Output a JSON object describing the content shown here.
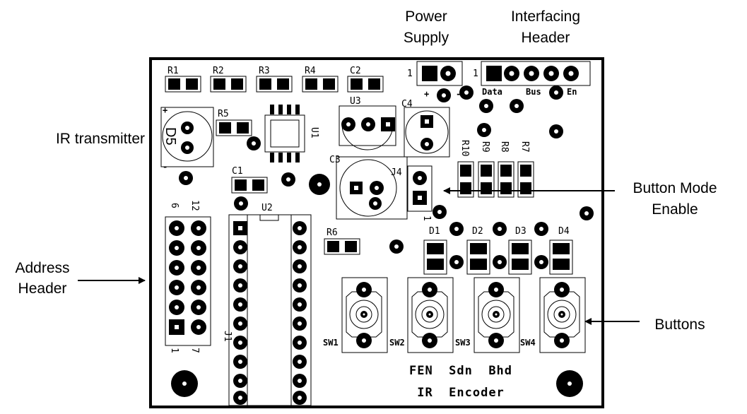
{
  "callouts": {
    "power_supply": [
      "Power",
      "Supply"
    ],
    "interfacing_header": [
      "Interfacing",
      "Header"
    ],
    "ir_transmitter": "IR transmitter",
    "button_mode_enable": [
      "Button Mode",
      "Enable"
    ],
    "address_header": [
      "Address",
      "Header"
    ],
    "buttons": "Buttons"
  },
  "silkscreen": {
    "r1": "R1",
    "r2": "R2",
    "r3": "R3",
    "r4": "R4",
    "r5": "R5",
    "r6": "R6",
    "r7": "R7",
    "r8": "R8",
    "r9": "R9",
    "r10": "R10",
    "c1": "C1",
    "c2": "C2",
    "c3": "C3",
    "c4": "C4",
    "u1": "U1",
    "u2": "U2",
    "u3": "U3",
    "d1": "D1",
    "d2": "D2",
    "d3": "D3",
    "d4": "D4",
    "d5": "D5",
    "j1": "J1",
    "j4": "J4",
    "sw1": "SW1",
    "sw2": "SW2",
    "sw3": "SW3",
    "sw4": "SW4",
    "pin1_power": "1",
    "pin1_header": "1",
    "pin1_j4": "1",
    "plus": "+",
    "minus": "-",
    "d5_plus": "+",
    "d5_minus": "-",
    "data": "Data",
    "bus": "Bus",
    "en": "En",
    "addr_6": "6",
    "addr_12": "12",
    "addr_1": "1",
    "addr_7": "7",
    "brand_line1": "FEN  Sdn  Bhd",
    "brand_line2": "IR  Encoder"
  }
}
